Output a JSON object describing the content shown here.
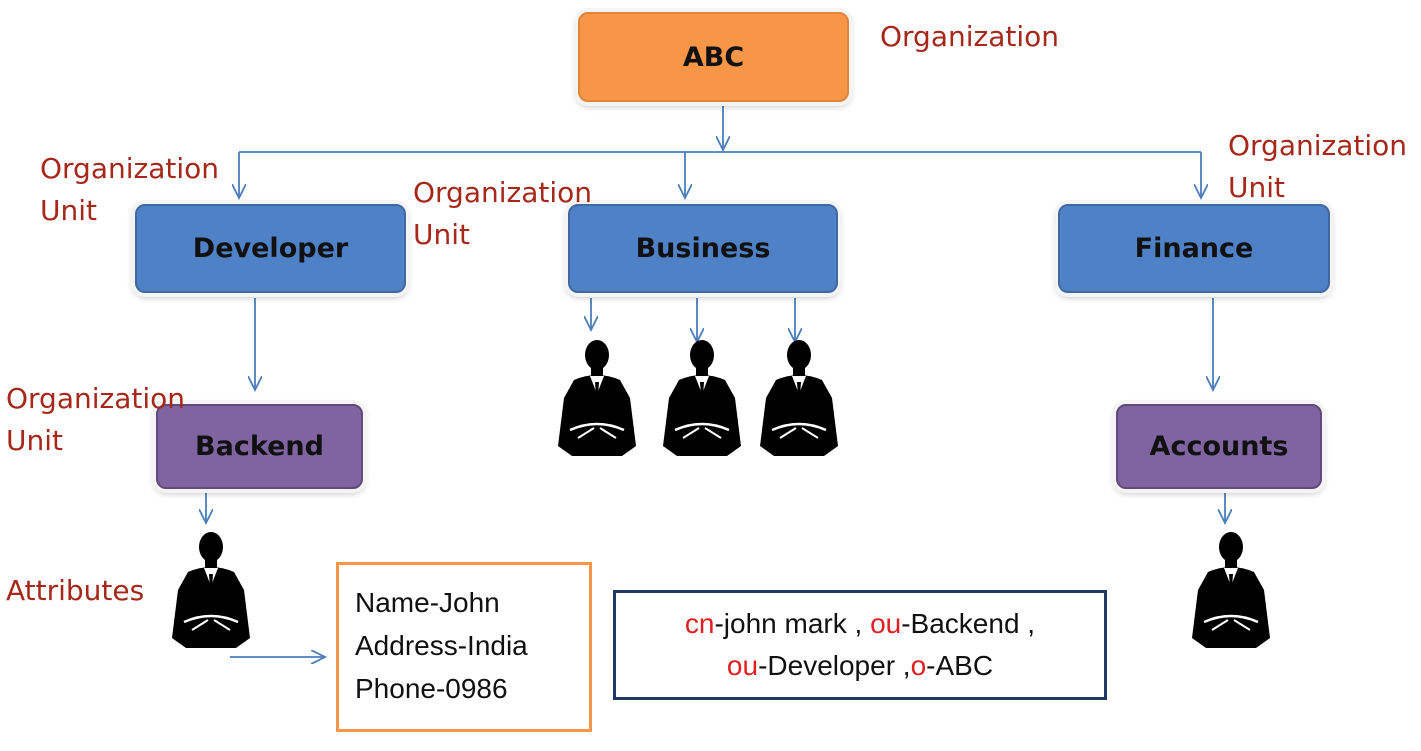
{
  "nodes": {
    "root": "ABC",
    "developer": "Developer",
    "business": "Business",
    "finance": "Finance",
    "backend": "Backend",
    "accounts": "Accounts"
  },
  "labels": {
    "organization": "Organization",
    "ou_left_line1": "Organization",
    "ou_left_line2": "Unit",
    "ou_mid_line1": "Organization",
    "ou_mid_line2": "Unit",
    "ou_right_line1": "Organization",
    "ou_right_line2": "Unit",
    "ou_backend_line1": "Organization",
    "ou_backend_line2": "Unit",
    "attributes": "Attributes"
  },
  "attributes": [
    "Name-John",
    "Address-India",
    "Phone-0986"
  ],
  "dn": {
    "line1": [
      {
        "k": "cn",
        "v": "-john mark , "
      },
      {
        "k": "ou",
        "v": "-Backend ,"
      }
    ],
    "line2": [
      {
        "k": "ou",
        "v": "-Developer ,"
      },
      {
        "k": "o",
        "v": "-ABC"
      }
    ]
  },
  "colors": {
    "root_fill": "#f79646",
    "ou_fill": "#4f81c7",
    "sub_ou_fill": "#8063a1",
    "label_text": "#a5281b",
    "arrow": "#4a7ebb",
    "dn_key": "#e02020"
  },
  "icons": [
    "person-icon"
  ]
}
